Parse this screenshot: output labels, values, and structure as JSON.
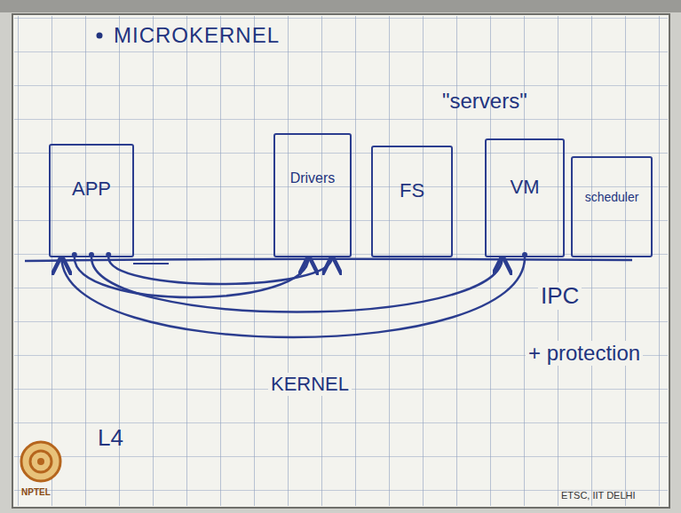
{
  "diagram": {
    "title": "MICROKERNEL",
    "nodes": [
      {
        "text": [
          "APP"
        ]
      },
      {
        "text": [
          "Drivers"
        ]
      },
      {
        "text": [
          "FS"
        ]
      },
      {
        "text": [
          "VM"
        ]
      },
      {
        "text": [
          "scheduler"
        ]
      }
    ],
    "edges": [
      {
        "from": 0,
        "to": 1,
        "arrow": "to"
      },
      {
        "from": 0,
        "to": 1,
        "arrow": "to"
      },
      {
        "from": 0,
        "to": 3,
        "arrow": "to"
      },
      {
        "from": 3,
        "to": 0,
        "arrow": "to"
      }
    ],
    "labels": [
      "\"servers\"",
      "IPC",
      "+ protection",
      "KERNEL",
      "L4",
      "NPTEL",
      "ETSC, IIT DELHI"
    ]
  }
}
